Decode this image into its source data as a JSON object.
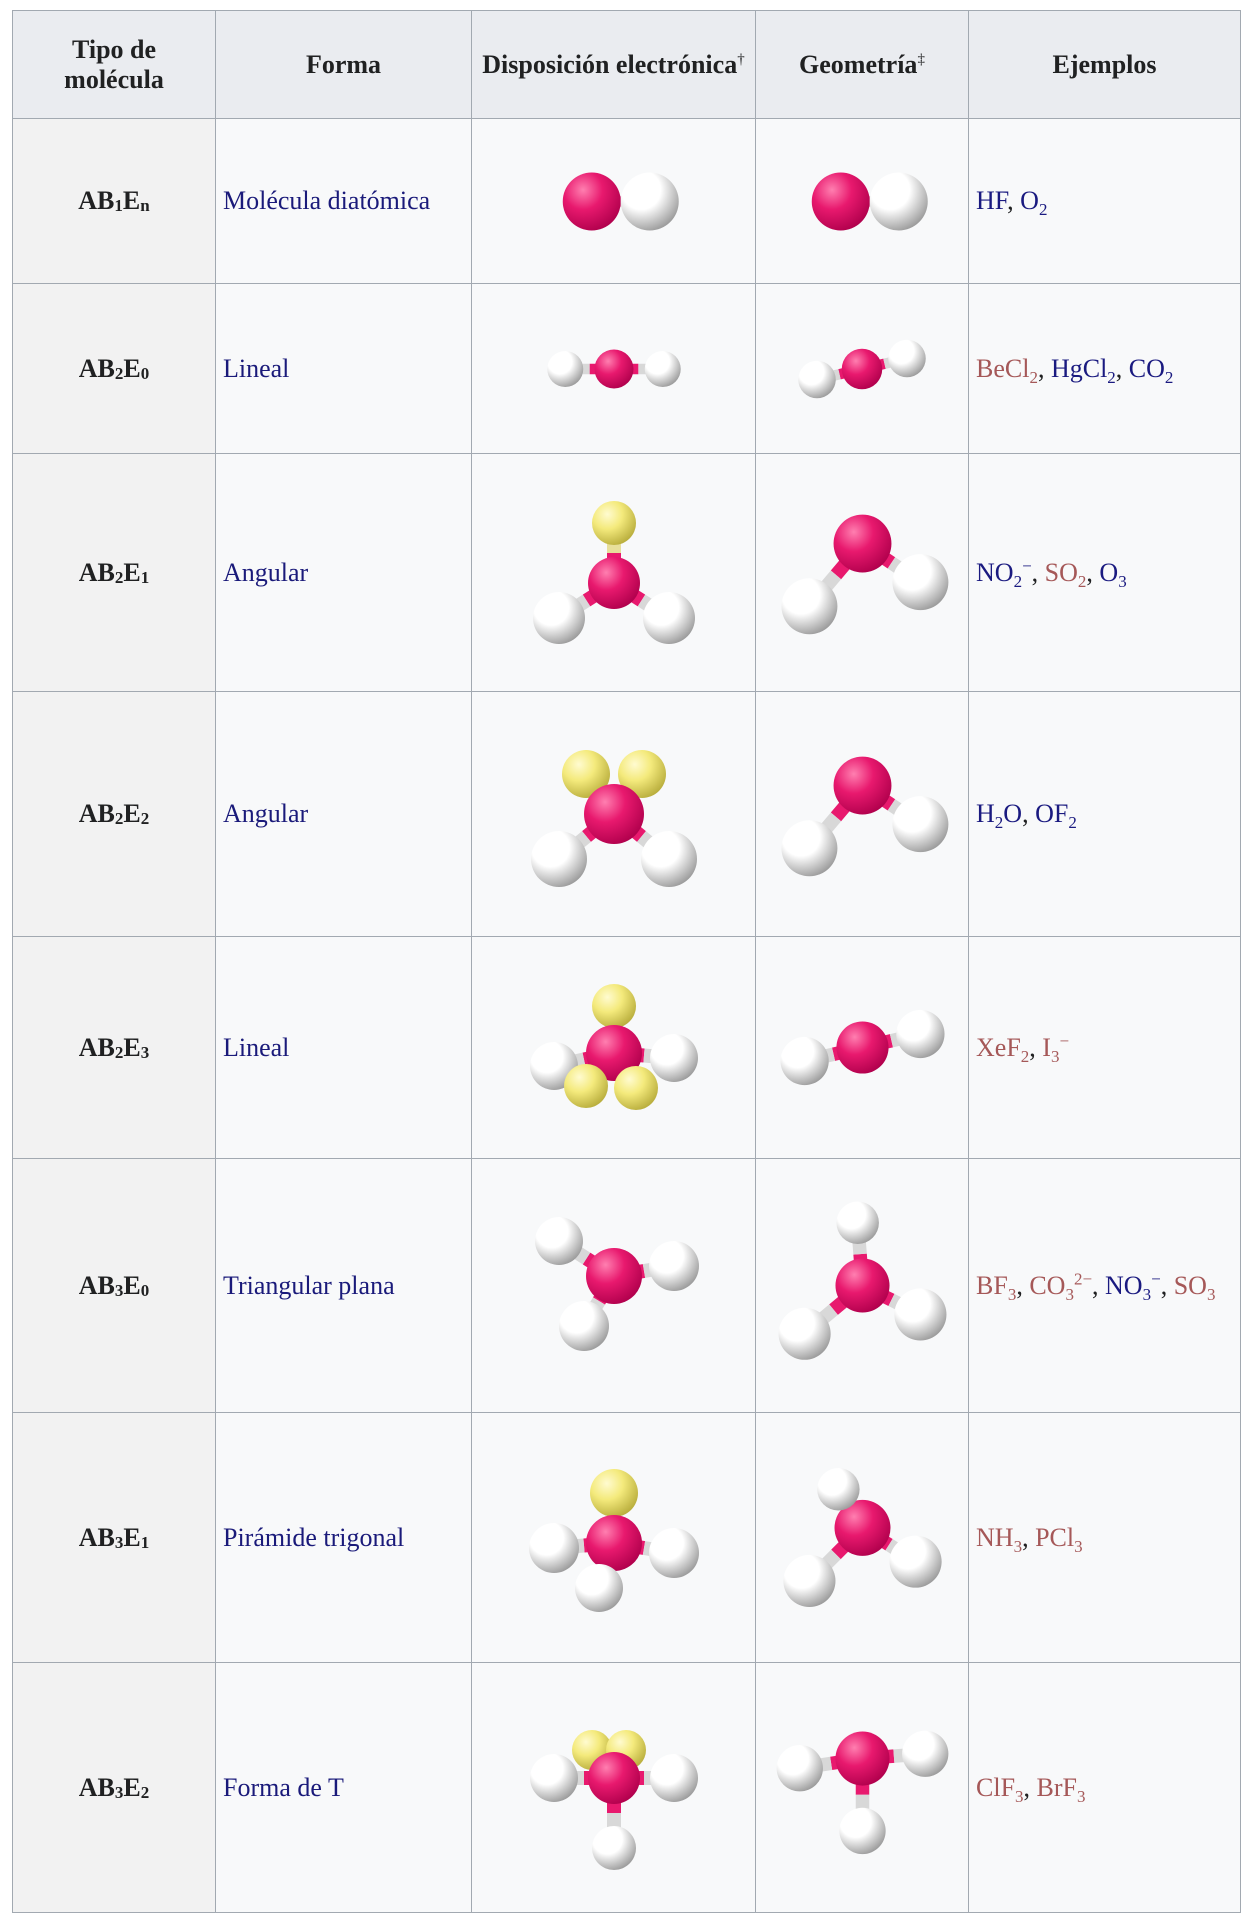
{
  "headers": {
    "type": "Tipo de molécula",
    "shape": "Forma",
    "electronic": "Disposición electrónica",
    "electronic_mark": "†",
    "geometry": "Geometría",
    "geometry_mark": "‡",
    "examples": "Ejemplos"
  },
  "colors": {
    "central_atom": "#e8196e",
    "bonded_atom": "#ffffff",
    "lone_pair": "#f4ea7c",
    "link": "#1a1a80",
    "new_link": "#a55858"
  },
  "rows": [
    {
      "type": [
        "AB",
        "1",
        "E",
        "n"
      ],
      "shape": "Molécula diatómica",
      "electronic_model": "diatomic",
      "geometry_model": "diatomic",
      "examples": [
        {
          "parts": [
            [
              "t",
              "HF"
            ]
          ],
          "link": "blue"
        },
        {
          "parts": [
            [
              "t",
              "O"
            ],
            [
              "sub",
              "2"
            ]
          ],
          "link": "blue"
        }
      ]
    },
    {
      "type": [
        "AB",
        "2",
        "E",
        "0"
      ],
      "shape": "Lineal",
      "electronic_model": "linear",
      "geometry_model": "linear-tilted",
      "examples": [
        {
          "parts": [
            [
              "t",
              "BeCl"
            ],
            [
              "sub",
              "2"
            ]
          ],
          "link": "red"
        },
        {
          "parts": [
            [
              "t",
              "HgCl"
            ],
            [
              "sub",
              "2"
            ]
          ],
          "link": "blue"
        },
        {
          "parts": [
            [
              "t",
              "CO"
            ],
            [
              "sub",
              "2"
            ]
          ],
          "link": "blue"
        }
      ]
    },
    {
      "type": [
        "AB",
        "2",
        "E",
        "1"
      ],
      "shape": "Angular",
      "electronic_model": "trigonal-1lp",
      "geometry_model": "bent",
      "examples": [
        {
          "parts": [
            [
              "t",
              "NO"
            ],
            [
              "sub",
              "2"
            ],
            [
              "sup",
              "−"
            ]
          ],
          "link": "blue"
        },
        {
          "parts": [
            [
              "t",
              "SO"
            ],
            [
              "sub",
              "2"
            ]
          ],
          "link": "red"
        },
        {
          "parts": [
            [
              "t",
              "O"
            ],
            [
              "sub",
              "3"
            ]
          ],
          "link": "blue"
        }
      ]
    },
    {
      "type": [
        "AB",
        "2",
        "E",
        "2"
      ],
      "shape": "Angular",
      "electronic_model": "tetrahedral-2lp",
      "geometry_model": "bent",
      "examples": [
        {
          "parts": [
            [
              "t",
              "H"
            ],
            [
              "sub",
              "2"
            ],
            [
              "t",
              "O"
            ]
          ],
          "link": "blue"
        },
        {
          "parts": [
            [
              "t",
              "OF"
            ],
            [
              "sub",
              "2"
            ]
          ],
          "link": "blue"
        }
      ]
    },
    {
      "type": [
        "AB",
        "2",
        "E",
        "3"
      ],
      "shape": "Lineal",
      "electronic_model": "tbp-3lp",
      "geometry_model": "linear-tilted",
      "examples": [
        {
          "parts": [
            [
              "t",
              "XeF"
            ],
            [
              "sub",
              "2"
            ]
          ],
          "link": "red"
        },
        {
          "parts": [
            [
              "t",
              "I"
            ],
            [
              "sub",
              "3"
            ],
            [
              "sup",
              "−"
            ]
          ],
          "link": "red"
        }
      ]
    },
    {
      "type": [
        "AB",
        "3",
        "E",
        "0"
      ],
      "shape": "Triangular plana",
      "electronic_model": "trigonal-planar",
      "geometry_model": "trigonal-planar-alt",
      "examples": [
        {
          "parts": [
            [
              "t",
              "BF"
            ],
            [
              "sub",
              "3"
            ]
          ],
          "link": "red"
        },
        {
          "parts": [
            [
              "t",
              "CO"
            ],
            [
              "sub",
              "3"
            ],
            [
              "sup",
              "2−"
            ]
          ],
          "link": "red"
        },
        {
          "parts": [
            [
              "t",
              "NO"
            ],
            [
              "sub",
              "3"
            ],
            [
              "sup",
              "−"
            ]
          ],
          "link": "blue"
        },
        {
          "parts": [
            [
              "t",
              "SO"
            ],
            [
              "sub",
              "3"
            ]
          ],
          "link": "red"
        }
      ]
    },
    {
      "type": [
        "AB",
        "3",
        "E",
        "1"
      ],
      "shape": "Pirámide trigonal",
      "electronic_model": "tetrahedral-1lp",
      "geometry_model": "pyramidal",
      "examples": [
        {
          "parts": [
            [
              "t",
              "NH"
            ],
            [
              "sub",
              "3"
            ]
          ],
          "link": "red"
        },
        {
          "parts": [
            [
              "t",
              "PCl"
            ],
            [
              "sub",
              "3"
            ]
          ],
          "link": "red"
        }
      ]
    },
    {
      "type": [
        "AB",
        "3",
        "E",
        "2"
      ],
      "shape": "Forma de T",
      "electronic_model": "tbp-2lp",
      "geometry_model": "t-shape",
      "examples": [
        {
          "parts": [
            [
              "t",
              "ClF"
            ],
            [
              "sub",
              "3"
            ]
          ],
          "link": "red"
        },
        {
          "parts": [
            [
              "t",
              "BrF"
            ],
            [
              "sub",
              "3"
            ]
          ],
          "link": "red"
        }
      ]
    }
  ]
}
